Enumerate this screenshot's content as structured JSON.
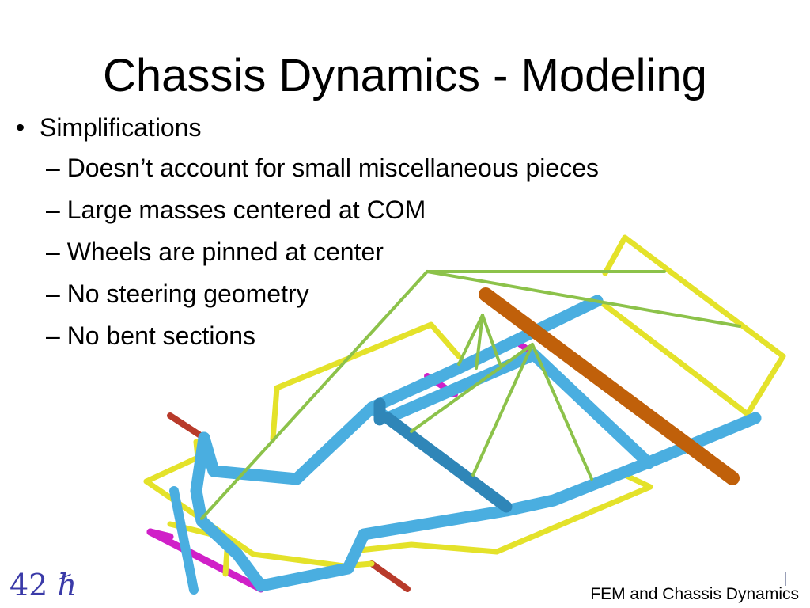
{
  "slide": {
    "title": "Chassis Dynamics - Modeling",
    "bullets": [
      {
        "marker": "•",
        "text": "Simplifications",
        "sub": [
          "– Doesn’t account for small miscellaneous pieces",
          "– Large masses centered at COM",
          "– Wheels are pinned at center",
          "– No steering geometry",
          "– No bent sections"
        ]
      }
    ],
    "page_number": "42",
    "page_symbol": "ℏ",
    "footer": "FEM and Chassis Dynamics"
  },
  "figure": {
    "colors": {
      "main_tubes": "#4aaee0",
      "main_tubes_dark": "#2f86b8",
      "frame_rails": "#e4e22a",
      "bracing": "#8cc24a",
      "axle": "#c0600a",
      "mounts": "#d020c8",
      "stubs": "#b83a2a"
    }
  }
}
